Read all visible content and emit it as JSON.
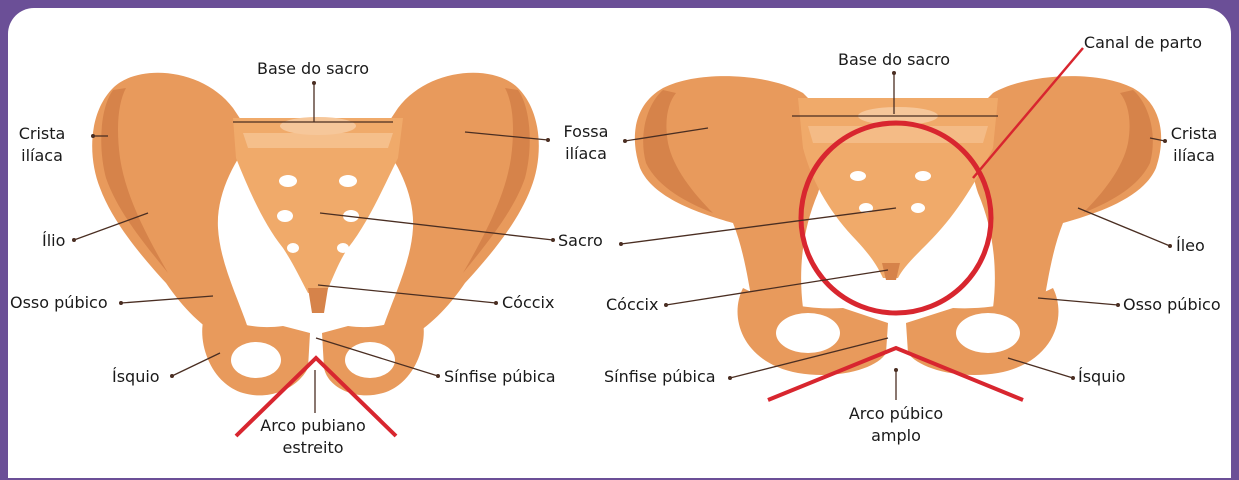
{
  "colors": {
    "background": "#6b4f97",
    "bone": "#e89a5c",
    "highlight": "#d8262f"
  },
  "left_pelvis": {
    "base_sacro": "Base do sacro",
    "crista_1": "Crista",
    "crista_2": "ilíaca",
    "fossa_1": "Fossa",
    "fossa_2": "ilíaca",
    "ilio": "Ílio",
    "sacro": "Sacro",
    "osso_pubico": "Osso púbico",
    "coccix": "Cóccix",
    "isquio": "Ísquio",
    "sinfise": "Sínfise púbica",
    "arco_1": "Arco pubiano",
    "arco_2": "estreito"
  },
  "right_pelvis": {
    "canal": "Canal de parto",
    "base_sacro": "Base do sacro",
    "crista_1": "Crista",
    "crista_2": "ilíaca",
    "ileo": "Íleo",
    "coccix": "Cóccix",
    "osso_pubico": "Osso púbico",
    "sinfise": "Sínfise púbica",
    "isquio": "Ísquio",
    "arco_1": "Arco púbico",
    "arco_2": "amplo"
  }
}
